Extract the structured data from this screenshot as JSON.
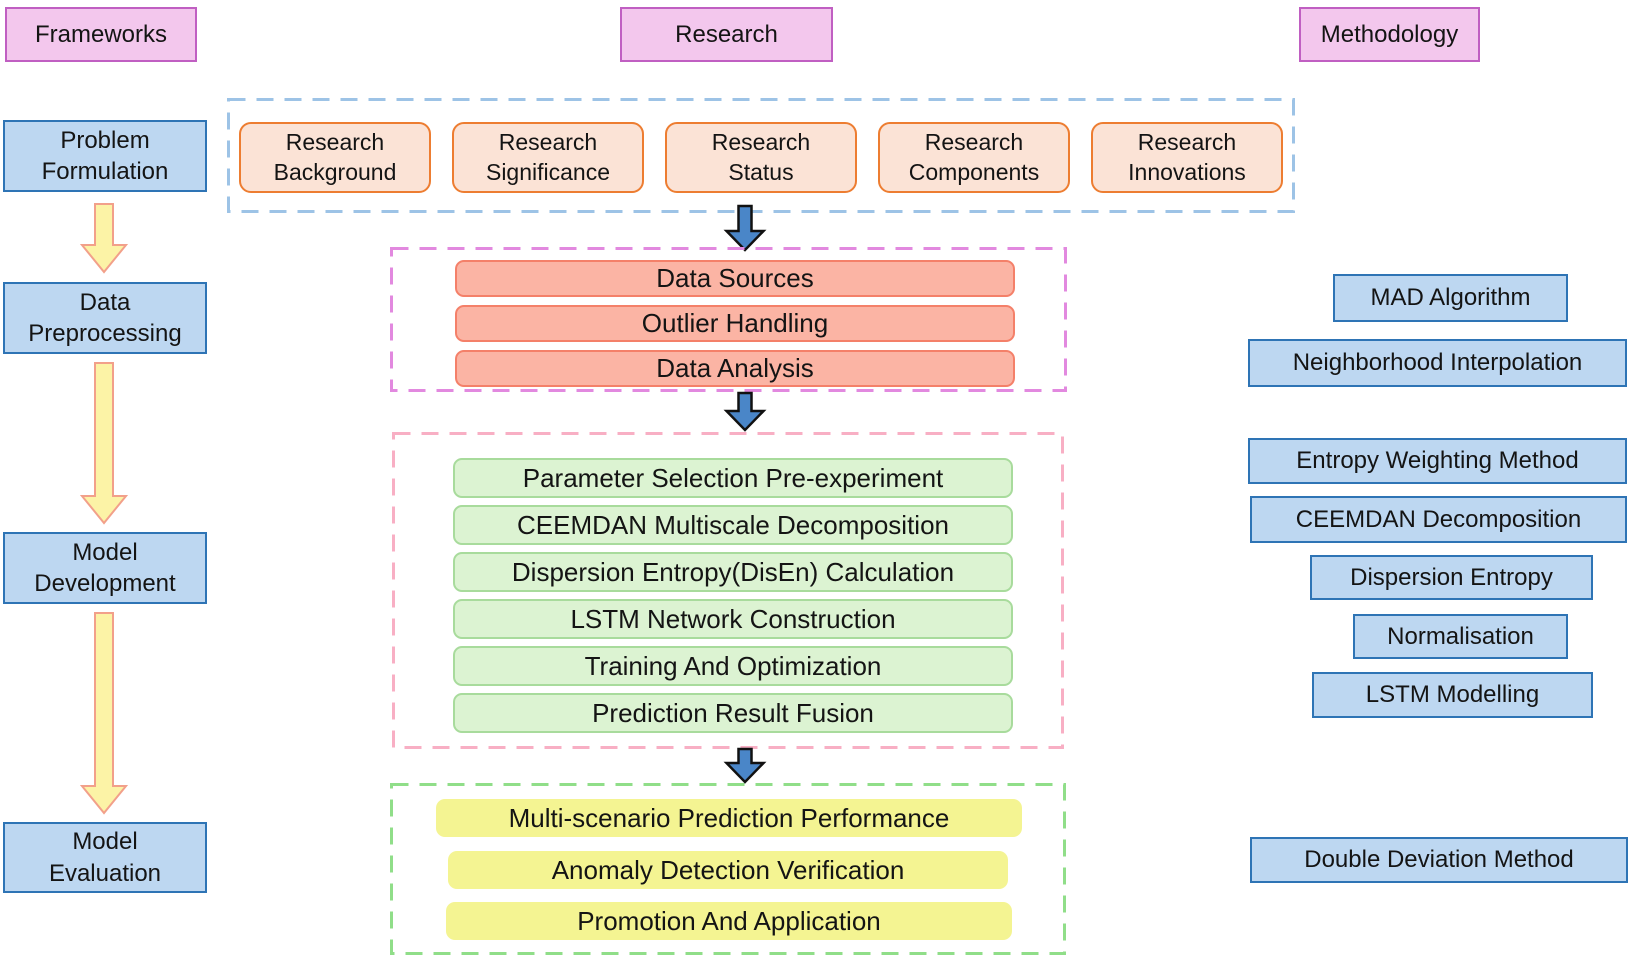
{
  "headers": {
    "frameworks": "Frameworks",
    "research": "Research",
    "methodology": "Methodology"
  },
  "frameworks_column": {
    "stages": [
      {
        "line1": "Problem",
        "line2": "Formulation"
      },
      {
        "line1": "Data",
        "line2": "Preprocessing"
      },
      {
        "line1": "Model",
        "line2": "Development"
      },
      {
        "line1": "Model",
        "line2": "Evaluation"
      }
    ]
  },
  "research_column": {
    "overview_items": [
      {
        "line1": "Research",
        "line2": "Background"
      },
      {
        "line1": "Research",
        "line2": "Significance"
      },
      {
        "line1": "Research",
        "line2": "Status"
      },
      {
        "line1": "Research",
        "line2": "Components"
      },
      {
        "line1": "Research",
        "line2": "Innovations"
      }
    ],
    "data_preprocessing_items": [
      "Data Sources",
      "Outlier Handling",
      "Data Analysis"
    ],
    "model_development_items": [
      "Parameter Selection Pre-experiment",
      "CEEMDAN Multiscale Decomposition",
      "Dispersion Entropy(DisEn) Calculation",
      "LSTM Network Construction",
      "Training And Optimization",
      "Prediction Result Fusion"
    ],
    "model_evaluation_items": [
      "Multi-scenario Prediction Performance",
      "Anomaly Detection Verification",
      "Promotion And Application"
    ]
  },
  "methodology_column": {
    "items": [
      "MAD Algorithm",
      "Neighborhood Interpolation",
      "Entropy Weighting Method",
      "CEEMDAN Decomposition",
      "Dispersion Entropy",
      "Normalisation",
      "LSTM Modelling",
      "Double Deviation Method"
    ]
  },
  "colors": {
    "header_fill": "#F3C7ED",
    "header_border": "#C05FC2",
    "blue_box_fill": "#BDD7F1",
    "blue_box_border": "#2E74B5",
    "orange_fill": "#FBE3D6",
    "orange_border": "#ED7D31",
    "red_fill": "#FBB4A4",
    "red_border": "#F48069",
    "green_fill": "#DCF3D2",
    "green_border": "#A8DB9C",
    "yellow_fill": "#F4F492",
    "dashed_blue": "#9DC3E6",
    "dashed_magenta": "#E289DF",
    "dashed_pink": "#F8AFC4",
    "dashed_green": "#90DE89",
    "flow_arrow_fill": "#4A86C8",
    "stage_arrow_fill": "#FCF3A6",
    "stage_arrow_border": "#F2A08A"
  }
}
